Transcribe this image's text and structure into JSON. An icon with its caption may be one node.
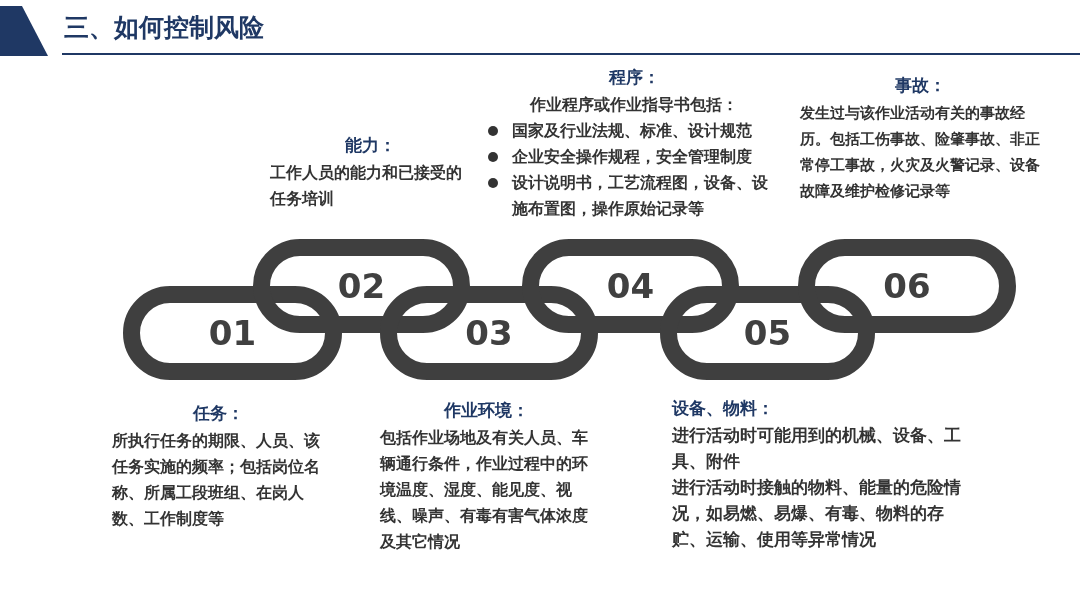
{
  "diagram": {
    "title": "三、如何控制风险",
    "nodes": [
      {
        "text": [
          "01"
        ],
        "beside": [
          "任务：",
          "所执行任务的期限、人员、该任务实施的频率；包括岗位名称、所属工段班组、在岗人数、工作制度等"
        ]
      },
      {
        "text": [
          "02"
        ],
        "beside": [
          "能力：",
          "工作人员的能力和已接受的任务培训"
        ]
      },
      {
        "text": [
          "03"
        ],
        "beside": [
          "作业环境：",
          "包括作业场地及有关人员、车辆通行条件，作业过程中的环境温度、湿度、能见度、视线、噪声、有毒有害气体浓度及其它情况"
        ]
      },
      {
        "text": [
          "04"
        ],
        "beside": [
          "程序：",
          "作业程序或作业指导书包括：",
          "国家及行业法规、标准、设计规范",
          "企业安全操作规程，安全管理制度",
          "设计说明书，工艺流程图，设备、设施布置图，操作原始记录等"
        ]
      },
      {
        "text": [
          "05"
        ],
        "beside": [
          "设备、物料：",
          "进行活动时可能用到的机械、设备、工具、附件",
          "进行活动时接触的物料、能量的危险情况，如易燃、易爆、有毒、物料的存贮、运输、使用等异常情况"
        ]
      },
      {
        "text": [
          "06"
        ],
        "beside": [
          "事故：",
          "发生过与该作业活动有关的事故经历。包括工伤事故、险肇事故、非正常停工事故，火灾及火警记录、设备故障及维护检修记录等"
        ]
      }
    ]
  }
}
